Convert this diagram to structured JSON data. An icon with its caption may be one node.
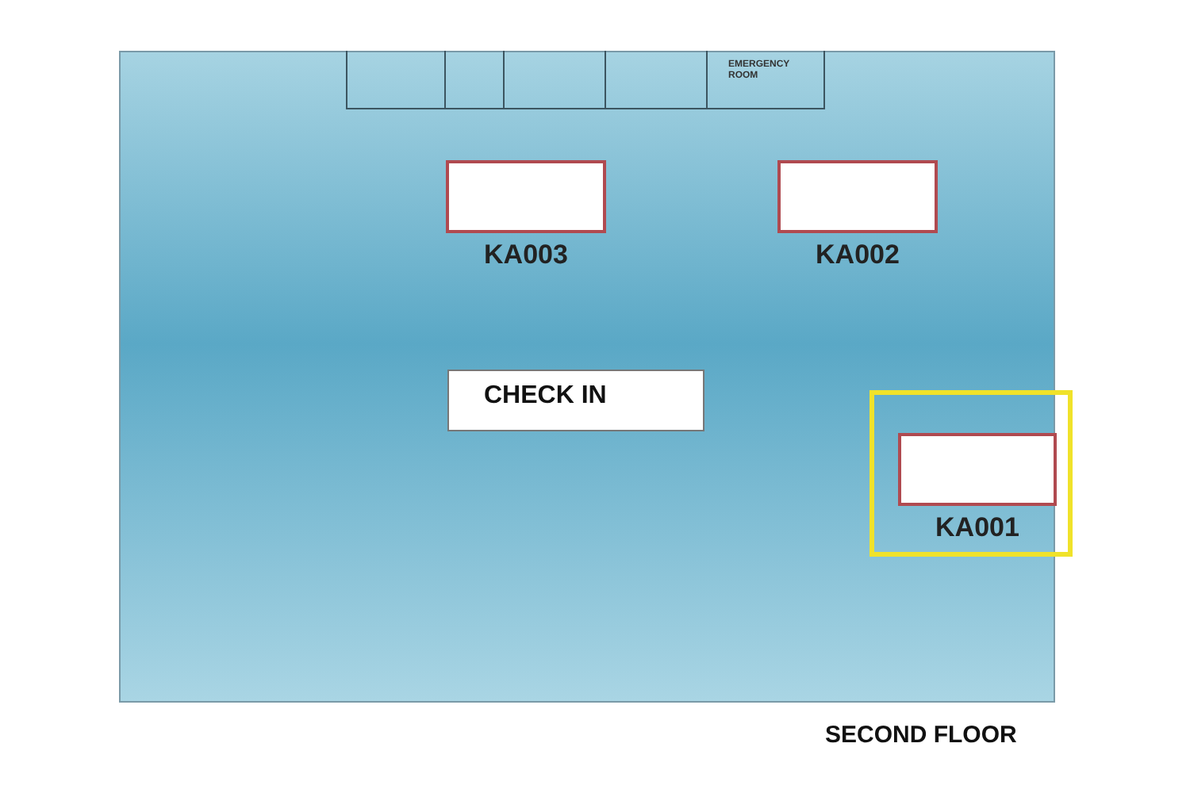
{
  "diagram": {
    "caption": "SECOND FLOOR",
    "nodes": [
      {
        "text": [],
        "shape": "box"
      },
      {
        "text": [],
        "shape": "box"
      },
      {
        "text": [],
        "shape": "box"
      },
      {
        "text": [],
        "shape": "box"
      },
      {
        "text": [
          "EMERGENCY ROOM"
        ]
      },
      {
        "text": [
          "KA003"
        ]
      },
      {
        "text": [
          "KA002"
        ]
      },
      {
        "text": [
          "CHECK IN"
        ]
      },
      {
        "text": [],
        "shape": "box"
      },
      {
        "text": [
          "KA001"
        ],
        "in": 8
      }
    ],
    "edges": []
  }
}
